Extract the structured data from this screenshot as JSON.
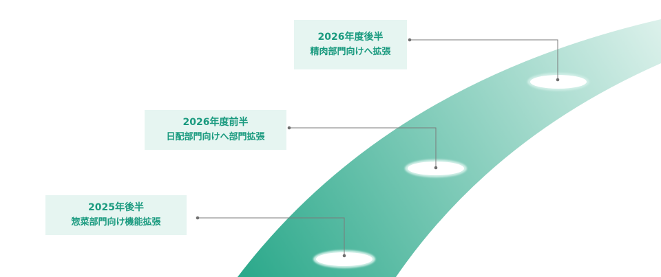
{
  "milestones": [
    {
      "period": "2025年後半",
      "description": "惣菜部門向け機能拡張"
    },
    {
      "period": "2026年度前半",
      "description": "日配部門向けへ部門拡張"
    },
    {
      "period": "2026年度後半",
      "description": "精肉部門向けへ拡張"
    }
  ],
  "colors": {
    "road_dark": "#2aa88a",
    "road_light": "#d9f0ea",
    "box_background": "#e6f5f1",
    "text": "#1a9a7f",
    "connector": "#7a7a7a",
    "stop_fill": "#ffffff",
    "stop_ring": "#cfeee6"
  }
}
